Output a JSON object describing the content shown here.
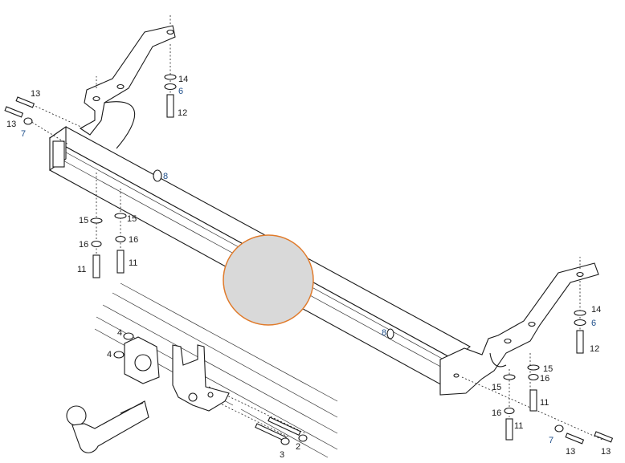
{
  "part_labels": [
    {
      "id": "lbl-13-top",
      "text": "13",
      "color": "#1a1a1a"
    },
    {
      "id": "lbl-13-left",
      "text": "13",
      "color": "#1a1a1a"
    },
    {
      "id": "lbl-7-left",
      "text": "7",
      "color": "#1f4f8a"
    },
    {
      "id": "lbl-14-top",
      "text": "14",
      "color": "#1a1a1a"
    },
    {
      "id": "lbl-6-top",
      "text": "6",
      "color": "#1f4f8a"
    },
    {
      "id": "lbl-12-top",
      "text": "12",
      "color": "#1a1a1a"
    },
    {
      "id": "lbl-8-top",
      "text": "8",
      "color": "#1f4f8a"
    },
    {
      "id": "lbl-15-left-a",
      "text": "15",
      "color": "#1a1a1a"
    },
    {
      "id": "lbl-15-left-b",
      "text": "15",
      "color": "#1a1a1a"
    },
    {
      "id": "lbl-16-left-a",
      "text": "16",
      "color": "#1a1a1a"
    },
    {
      "id": "lbl-16-left-b",
      "text": "16",
      "color": "#1a1a1a"
    },
    {
      "id": "lbl-11-left-a",
      "text": "11",
      "color": "#1a1a1a"
    },
    {
      "id": "lbl-11-left-b",
      "text": "11",
      "color": "#1a1a1a"
    },
    {
      "id": "lbl-4-a",
      "text": "4",
      "color": "#1a1a1a"
    },
    {
      "id": "lbl-4-b",
      "text": "4",
      "color": "#1a1a1a"
    },
    {
      "id": "lbl-3",
      "text": "3",
      "color": "#1a1a1a"
    },
    {
      "id": "lbl-2",
      "text": "2",
      "color": "#1a1a1a"
    },
    {
      "id": "lbl-8-right",
      "text": "8",
      "color": "#1f4f8a"
    },
    {
      "id": "lbl-14-right",
      "text": "14",
      "color": "#1a1a1a"
    },
    {
      "id": "lbl-6-right",
      "text": "6",
      "color": "#1f4f8a"
    },
    {
      "id": "lbl-12-right",
      "text": "12",
      "color": "#1a1a1a"
    },
    {
      "id": "lbl-15-right-a",
      "text": "15",
      "color": "#1a1a1a"
    },
    {
      "id": "lbl-15-right-b",
      "text": "15",
      "color": "#1a1a1a"
    },
    {
      "id": "lbl-16-right-a",
      "text": "16",
      "color": "#1a1a1a"
    },
    {
      "id": "lbl-16-right-b",
      "text": "16",
      "color": "#1a1a1a"
    },
    {
      "id": "lbl-11-right-a",
      "text": "11",
      "color": "#1a1a1a"
    },
    {
      "id": "lbl-11-right-b",
      "text": "11",
      "color": "#1a1a1a"
    },
    {
      "id": "lbl-7-right",
      "text": "7",
      "color": "#1f4f8a"
    },
    {
      "id": "lbl-13-right-a",
      "text": "13",
      "color": "#1a1a1a"
    },
    {
      "id": "lbl-13-right-b",
      "text": "13",
      "color": "#1a1a1a"
    }
  ],
  "overlay": {
    "fill": "#d9d9d9",
    "stroke": "#e07a2a"
  },
  "line_color": "#1a1a1a"
}
